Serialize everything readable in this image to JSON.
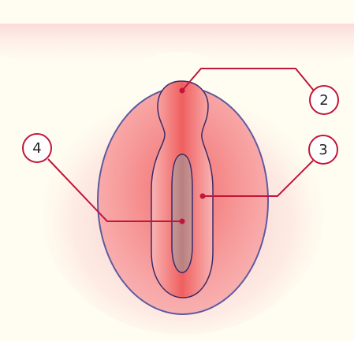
{
  "colors": {
    "background": "#fffdf1",
    "skin_pink": "#f6c2c2",
    "outer_fill": "#f59a9a",
    "inner_fill": "#f06a6a",
    "core_fill": "#c89090",
    "outline_blue": "#5d5aa0",
    "outline_dark": "#3a2a6a",
    "callout_line": "#c0163a",
    "callout_circle_fill": "#ffffff"
  },
  "labels": {
    "label_2": "2",
    "label_3": "3",
    "label_4": "4"
  }
}
